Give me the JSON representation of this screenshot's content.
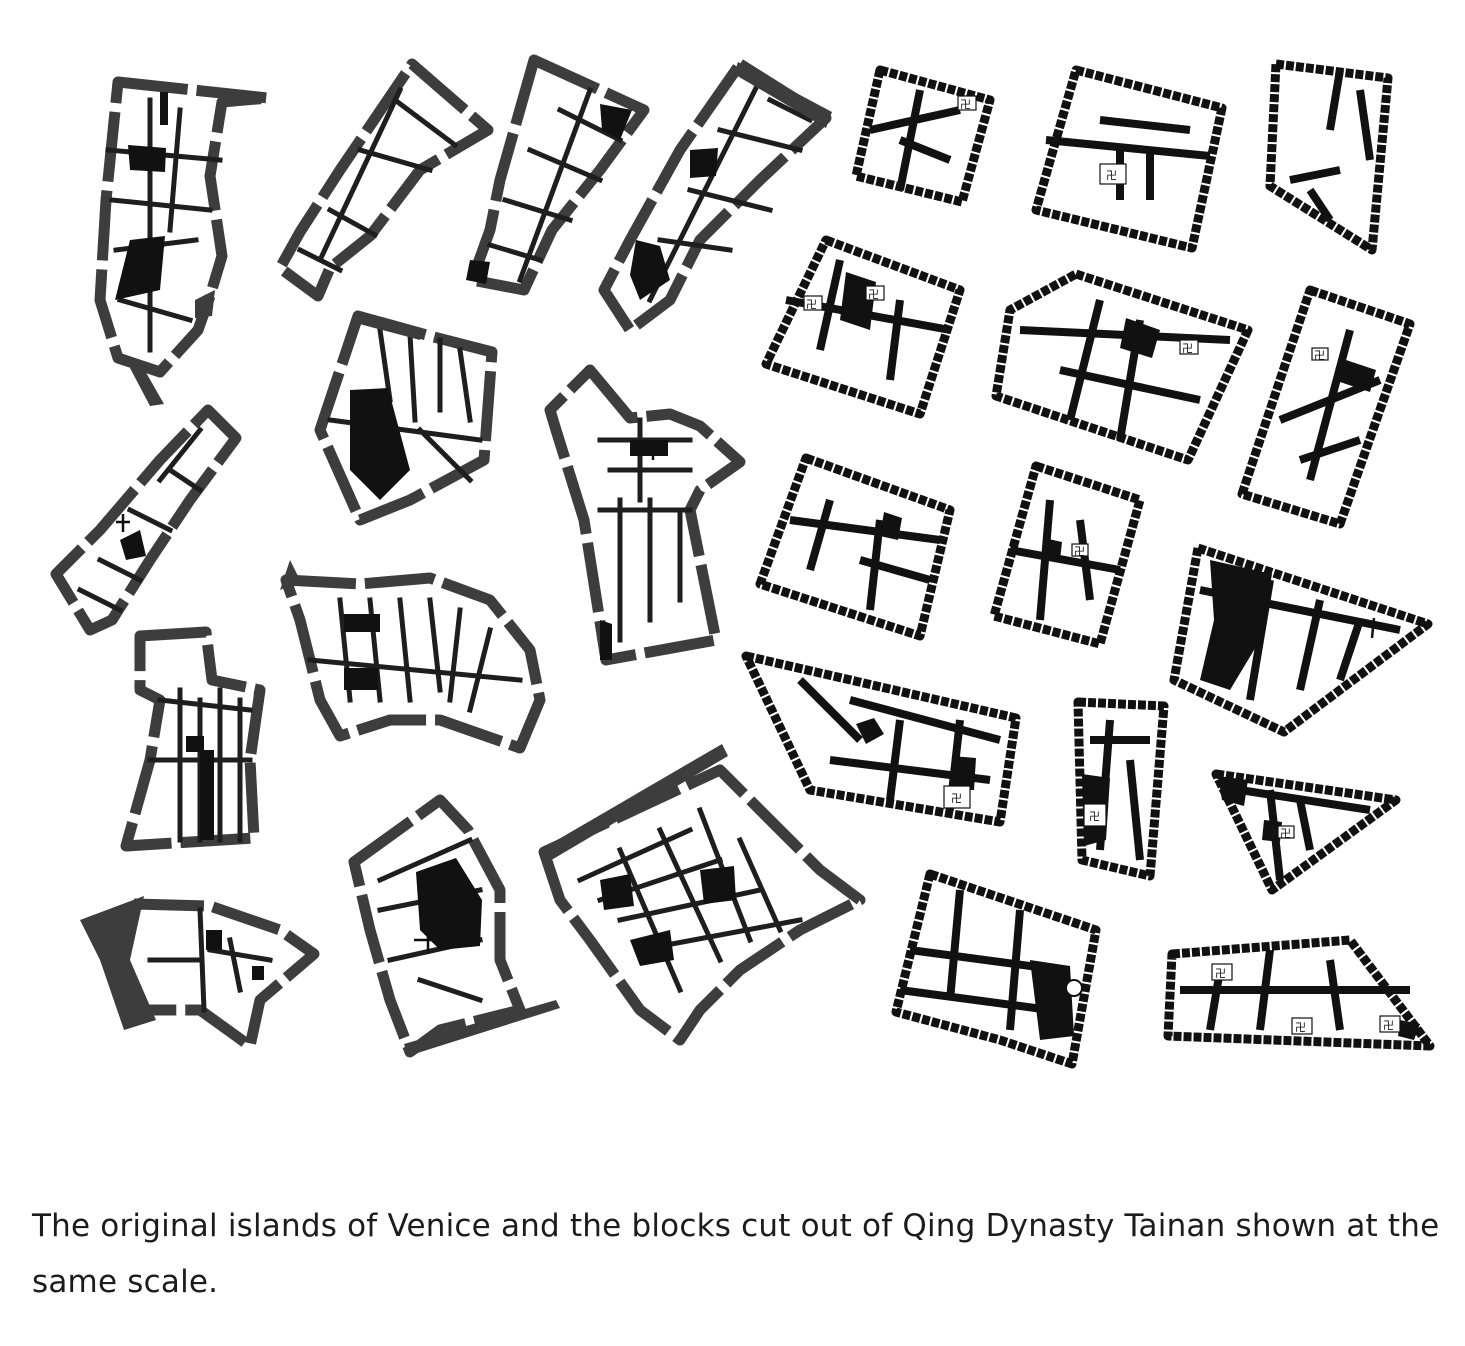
{
  "caption": "The original islands of Venice and the blocks cut out of Qing Dynasty Tainan shown at the same scale.",
  "legend_marks": {
    "church_glyph": "cross",
    "temple_glyph": "卍"
  },
  "colors": {
    "ink": "#111111",
    "venice_edge": "#3d3d3d",
    "paper": "#ffffff"
  }
}
